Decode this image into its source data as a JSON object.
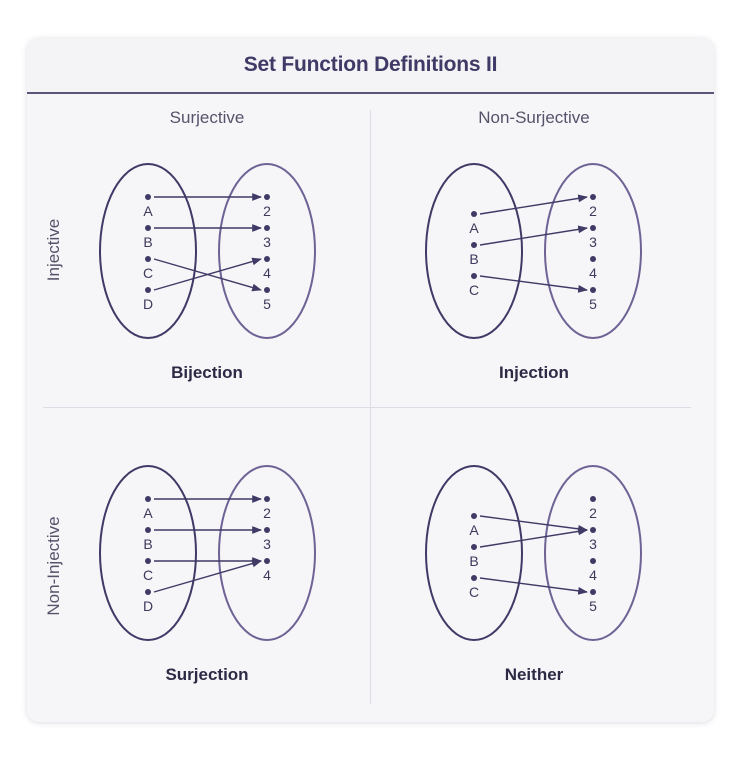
{
  "title": "Set Function Definitions II",
  "columns": [
    "Surjective",
    "Non-Surjective"
  ],
  "rows": [
    "Injective",
    "Non-Injective"
  ],
  "colors": {
    "domain": "#3f3a66",
    "codomain": "#6e6394",
    "arrow": "#3f3a66",
    "divider": "#dddbe4"
  },
  "diagrams": [
    {
      "name": "Bijection",
      "domain": [
        "A",
        "B",
        "C",
        "D"
      ],
      "codomain": [
        "2",
        "3",
        "4",
        "5"
      ],
      "mappings": [
        [
          "A",
          "2"
        ],
        [
          "B",
          "3"
        ],
        [
          "C",
          "5"
        ],
        [
          "D",
          "4"
        ]
      ]
    },
    {
      "name": "Injection",
      "domain": [
        "A",
        "B",
        "C"
      ],
      "codomain": [
        "2",
        "3",
        "4",
        "5"
      ],
      "mappings": [
        [
          "A",
          "2"
        ],
        [
          "B",
          "3"
        ],
        [
          "C",
          "5"
        ]
      ]
    },
    {
      "name": "Surjection",
      "domain": [
        "A",
        "B",
        "C",
        "D"
      ],
      "codomain": [
        "2",
        "3",
        "4"
      ],
      "mappings": [
        [
          "A",
          "2"
        ],
        [
          "B",
          "3"
        ],
        [
          "C",
          "4"
        ],
        [
          "D",
          "4"
        ]
      ]
    },
    {
      "name": "Neither",
      "domain": [
        "A",
        "B",
        "C"
      ],
      "codomain": [
        "2",
        "3",
        "4",
        "5"
      ],
      "mappings": [
        [
          "A",
          "3"
        ],
        [
          "B",
          "3"
        ],
        [
          "C",
          "5"
        ]
      ]
    }
  ]
}
